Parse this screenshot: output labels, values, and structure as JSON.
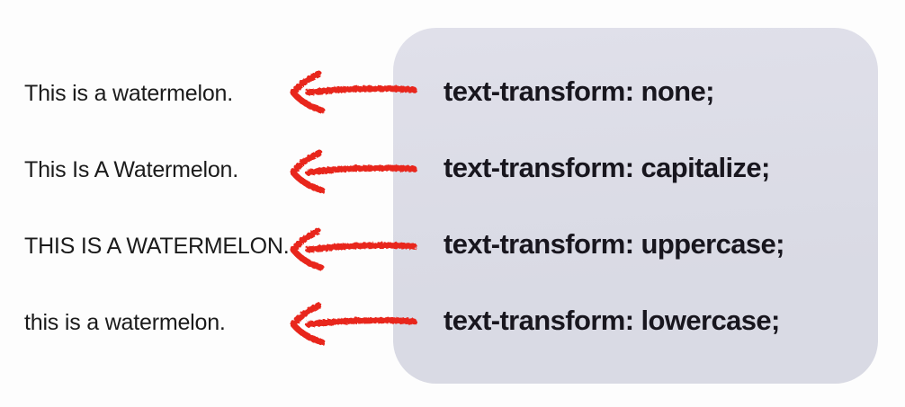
{
  "colors": {
    "background": "#fdfdfd",
    "panel": "#d9dae4",
    "panel_top": "#e0e0ea",
    "code_text": "#18161e",
    "example_text": "#1b1b1b",
    "arrow_red": "#e8261d"
  },
  "rows": [
    {
      "example": "This is a watermelon.",
      "code": "text-transform: none;"
    },
    {
      "example": "This Is A Watermelon.",
      "code": "text-transform: capitalize;"
    },
    {
      "example": "THIS IS A WATERMELON.",
      "code": "text-transform: uppercase;"
    },
    {
      "example": "this is a watermelon.",
      "code": "text-transform: lowercase;"
    }
  ]
}
